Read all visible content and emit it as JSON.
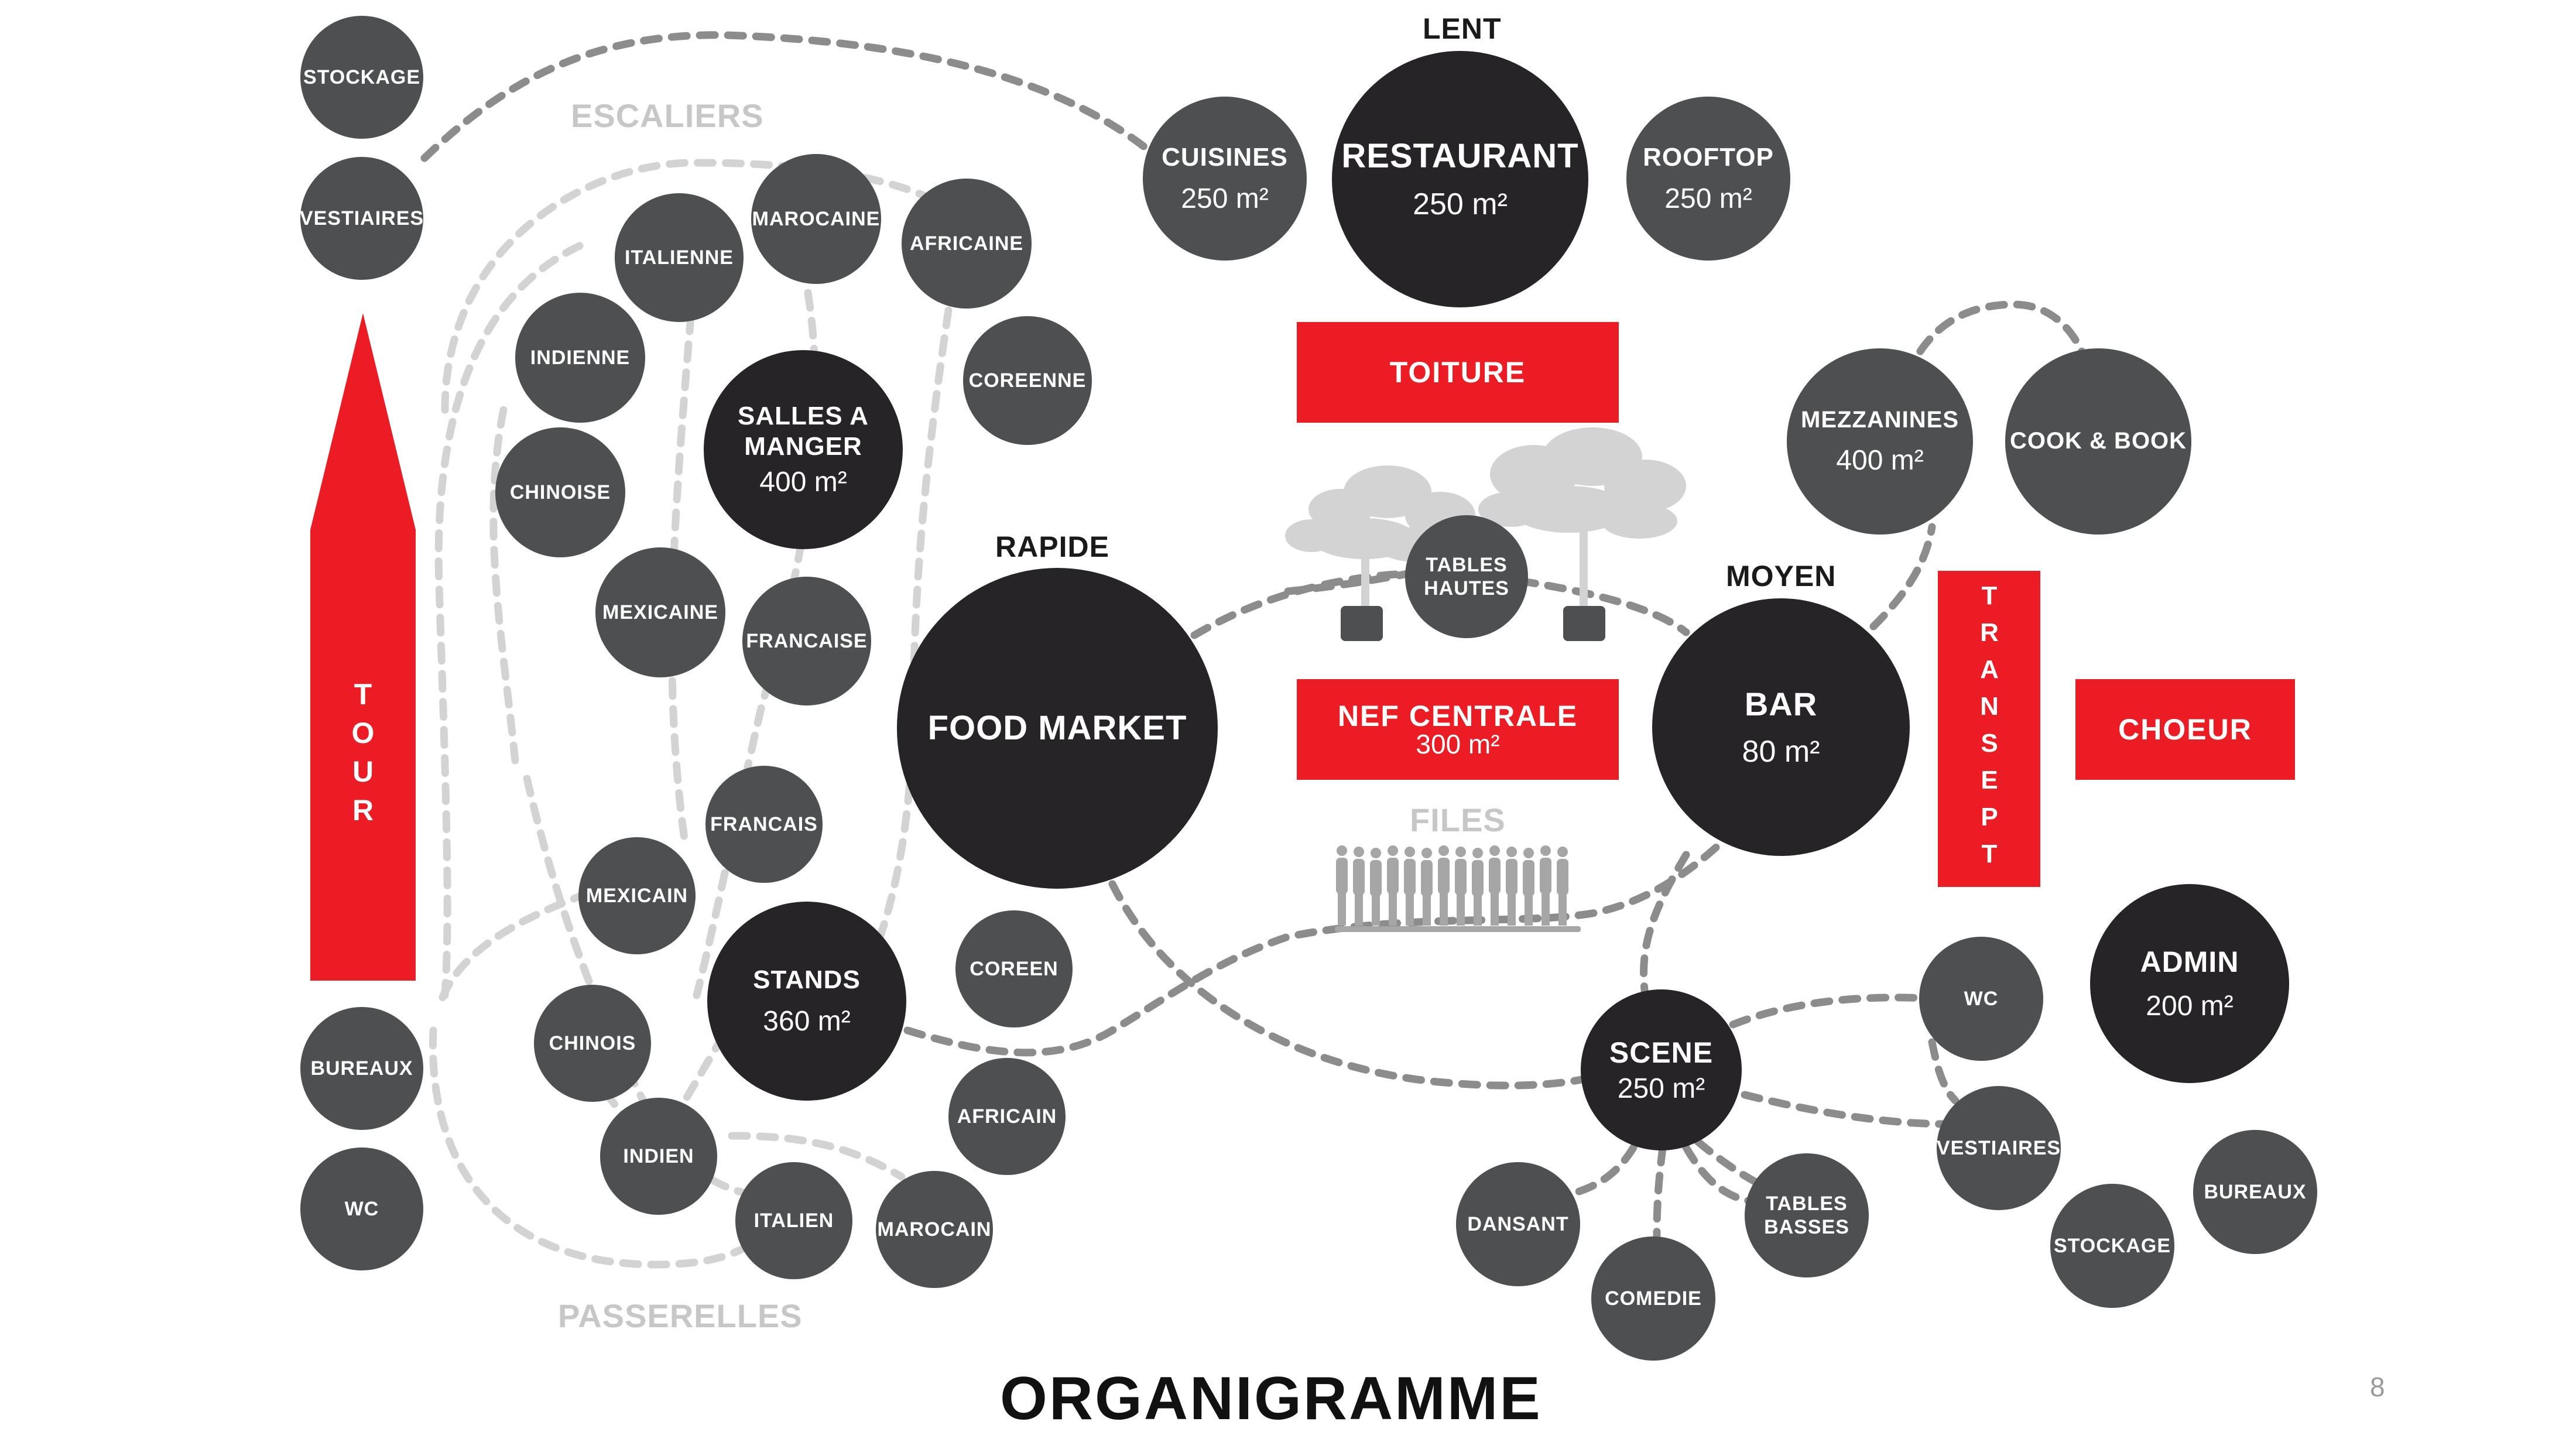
{
  "title": "ORGANIGRAMME",
  "page_number": "8",
  "zone_labels": {
    "escaliers": "ESCALIERS",
    "passerelles": "PASSERELLES",
    "files": "FILES"
  },
  "speed_labels": {
    "lent": "LENT",
    "rapide": "RAPIDE",
    "moyen": "MOYEN"
  },
  "colors": {
    "red": "#ec1c24",
    "node_gray": "#4d4f51",
    "node_dark": "#262426",
    "link_dark": "#8c8c8c",
    "link_light": "#d3d3d3"
  },
  "tour": {
    "letters": [
      "T",
      "O",
      "U",
      "R"
    ]
  },
  "blocks": {
    "toiture": {
      "label": "TOITURE"
    },
    "nef_centrale": {
      "label": "NEF CENTRALE",
      "area": "300 m²"
    },
    "transept": {
      "label": "TRANSEPT"
    },
    "choeur": {
      "label": "CHOEUR"
    }
  },
  "nodes": {
    "stockage_left": {
      "label": "STOCKAGE"
    },
    "vestiaires_left": {
      "label": "VESTIAIRES"
    },
    "bureaux_left": {
      "label": "BUREAUX"
    },
    "wc_left": {
      "label": "WC"
    },
    "italienne": {
      "label": "ITALIENNE"
    },
    "marocaine": {
      "label": "MAROCAINE"
    },
    "africaine": {
      "label": "AFRICAINE"
    },
    "indienne": {
      "label": "INDIENNE"
    },
    "coreenne": {
      "label": "COREENNE"
    },
    "chinoise": {
      "label": "CHINOISE"
    },
    "mexicaine": {
      "label": "MEXICAINE"
    },
    "francaise": {
      "label": "FRANCAISE"
    },
    "salles_a_manger": {
      "label_line1": "SALLES A",
      "label_line2": "MANGER",
      "area": "400 m²"
    },
    "francais": {
      "label": "FRANCAIS"
    },
    "mexicain": {
      "label": "MEXICAIN"
    },
    "stands": {
      "label": "STANDS",
      "area": "360 m²"
    },
    "coreen": {
      "label": "COREEN"
    },
    "chinois": {
      "label": "CHINOIS"
    },
    "africain": {
      "label": "AFRICAIN"
    },
    "indien": {
      "label": "INDIEN"
    },
    "italien": {
      "label": "ITALIEN"
    },
    "marocain": {
      "label": "MAROCAIN"
    },
    "food_market": {
      "label": "FOOD MARKET"
    },
    "cuisines": {
      "label": "CUISINES",
      "area": "250 m²"
    },
    "restaurant": {
      "label": "RESTAURANT",
      "area": "250 m²"
    },
    "rooftop": {
      "label": "ROOFTOP",
      "area": "250 m²"
    },
    "tables_hautes": {
      "label_line1": "TABLES",
      "label_line2": "HAUTES"
    },
    "bar": {
      "label": "BAR",
      "area": "80 m²"
    },
    "mezzanines": {
      "label": "MEZZANINES",
      "area": "400 m²"
    },
    "cook_book": {
      "label": "COOK & BOOK"
    },
    "scene": {
      "label": "SCENE",
      "area": "250 m²"
    },
    "wc_right": {
      "label": "WC"
    },
    "admin": {
      "label": "ADMIN",
      "area": "200 m²"
    },
    "vestiaires_right": {
      "label": "VESTIAIRES"
    },
    "bureaux_right": {
      "label": "BUREAUX"
    },
    "stockage_right": {
      "label": "STOCKAGE"
    },
    "dansant": {
      "label": "DANSANT"
    },
    "tables_basses": {
      "label_line1": "TABLES",
      "label_line2": "BASSES"
    },
    "comedie": {
      "label": "COMEDIE"
    }
  }
}
